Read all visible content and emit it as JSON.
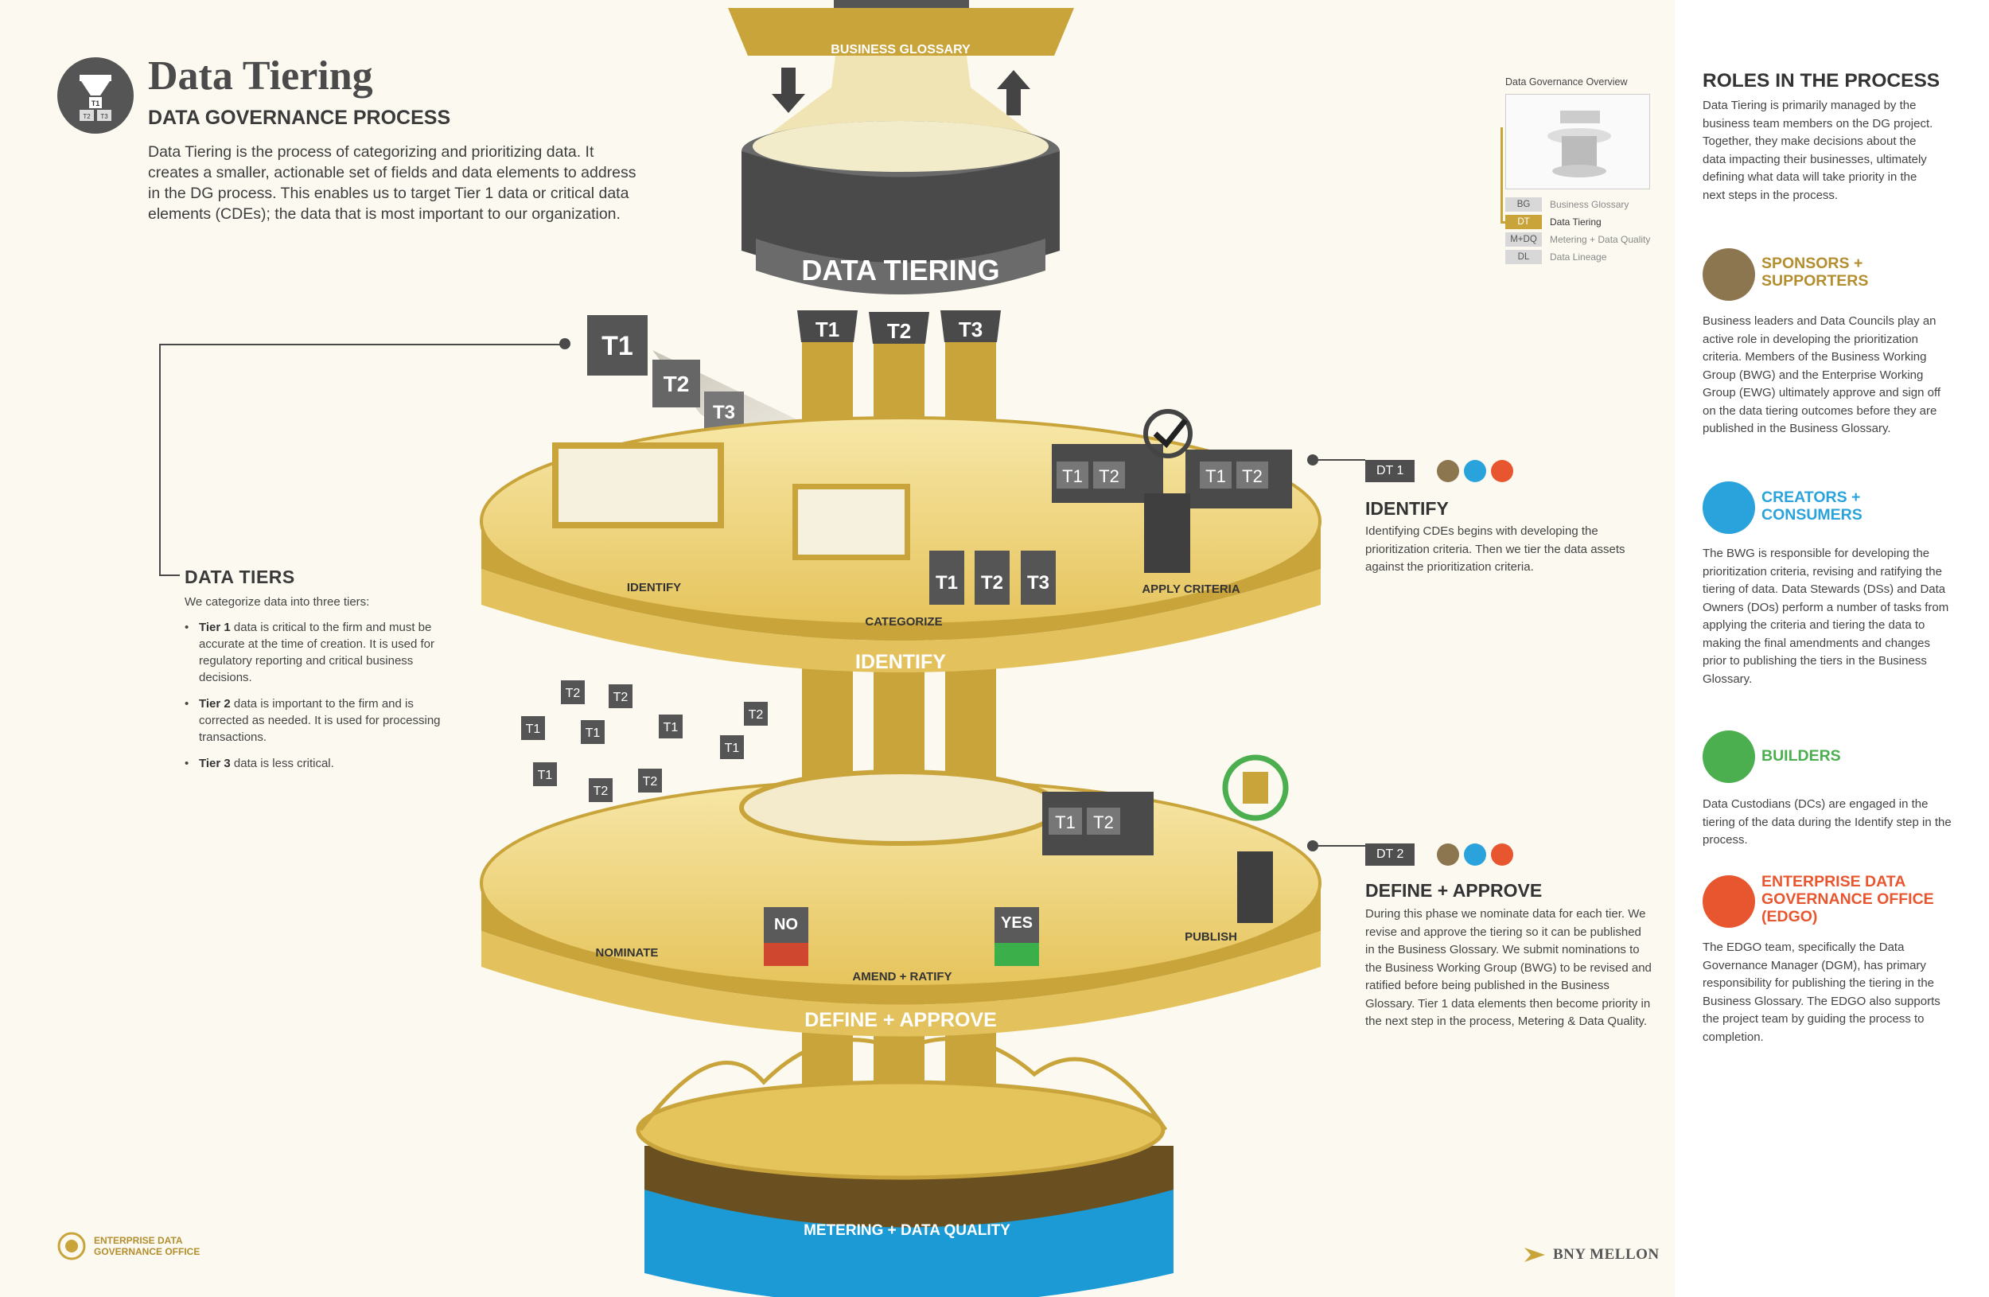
{
  "header": {
    "logo_tiers": [
      "T1",
      "T2",
      "T3"
    ],
    "title": "Data Tiering",
    "subtitle": "DATA GOVERNANCE PROCESS",
    "intro": "Data Tiering is the process of categorizing and prioritizing data. It creates a smaller, actionable set of fields and data elements to address in the DG process. This enables us to target Tier 1 data or critical data elements (CDEs); the data that is most important to our organization."
  },
  "data_tiers": {
    "title": "DATA TIERS",
    "intro": "We categorize data into three tiers:",
    "items": [
      {
        "lead": "Tier 1",
        "text": " data is critical to the firm and must be accurate at the time of creation. It is used for regulatory reporting and critical business decisions."
      },
      {
        "lead": "Tier 2",
        "text": " data is important to the firm and is corrected as needed. It is used for processing transactions."
      },
      {
        "lead": "Tier 3",
        "text": " data is less critical."
      }
    ]
  },
  "diagram": {
    "business_glossary": "BUSINESS GLOSSARY",
    "data_tiering": "DATA TIERING",
    "tier_labels": [
      "T1",
      "T2",
      "T3"
    ],
    "identify_ring": "IDENTIFY",
    "identify_stations": {
      "identify": "IDENTIFY",
      "categorize": "CATEGORIZE",
      "apply": "APPLY CRITERIA"
    },
    "define_ring": "DEFINE + APPROVE",
    "define_stations": {
      "nominate": "NOMINATE",
      "amend": "AMEND + RATIFY",
      "publish": "PUBLISH"
    },
    "no": "NO",
    "yes": "YES",
    "metering": "METERING + DATA QUALITY"
  },
  "overview": {
    "title": "Data Governance Overview",
    "rows": [
      {
        "code": "BG",
        "label": "Business Glossary",
        "active": false
      },
      {
        "code": "DT",
        "label": "Data Tiering",
        "active": true
      },
      {
        "code": "M+DQ",
        "label": "Metering + Data Quality",
        "active": false
      },
      {
        "code": "DL",
        "label": "Data Lineage",
        "active": false
      }
    ]
  },
  "steps": {
    "dt1": {
      "tag": "DT 1",
      "head": "IDENTIFY",
      "desc": "Identifying CDEs begins with developing the prioritization criteria. Then we tier the data assets against the prioritization criteria."
    },
    "dt2": {
      "tag": "DT 2",
      "head": "DEFINE + APPROVE",
      "desc": "During this phase we nominate data for each tier. We revise and approve the tiering so it can be published in the Business Glossary. We submit nominations to the Business Working Group (BWG) to be revised and ratified before being published in the Business Glossary. Tier 1 data elements then become priority in the next step in the process, Metering & Data Quality."
    }
  },
  "roles": {
    "title": "ROLES IN THE PROCESS",
    "intro": "Data Tiering is primarily managed by the business team members on the DG project. Together, they make decisions about the data impacting their businesses, ultimately defining what data will take priority in the next steps in the process.",
    "sponsors": {
      "name": "SPONSORS + SUPPORTERS",
      "desc": "Business leaders and Data Councils play an active role in developing the prioritization criteria. Members of the Business Working Group (BWG) and the Enterprise Working Group (EWG) ultimately approve and sign off on the data tiering outcomes before they are published in the Business Glossary."
    },
    "creators": {
      "name": "CREATORS + CONSUMERS",
      "desc": "The BWG is responsible for developing the prioritization criteria, revising and ratifying the tiering of data. Data Stewards (DSs) and Data Owners (DOs) perform a number of tasks from applying the criteria and tiering the data to making the final amendments and changes prior to publishing the tiers in the Business Glossary."
    },
    "builders": {
      "name": "BUILDERS",
      "desc": "Data Custodians (DCs) are engaged in the tiering of the data during the Identify step in the process."
    },
    "edgo": {
      "name": "ENTERPRISE DATA GOVERNANCE OFFICE (EDGO)",
      "desc": "The EDGO team, specifically the Data Governance Manager (DGM), has primary responsibility for publishing the tiering in the Business Glossary. The EDGO also supports the project team by guiding the process to completion."
    }
  },
  "footer": {
    "edgo_line1": "ENTERPRISE DATA",
    "edgo_line2": "GOVERNANCE OFFICE",
    "brand": "BNY MELLON"
  },
  "colors": {
    "gold": "#c9a43b",
    "dark_gray": "#4f4f4f",
    "sponsors": "#8c7650",
    "creators": "#2aa3dc",
    "builders": "#4bae4f",
    "edgo": "#e8562f"
  }
}
